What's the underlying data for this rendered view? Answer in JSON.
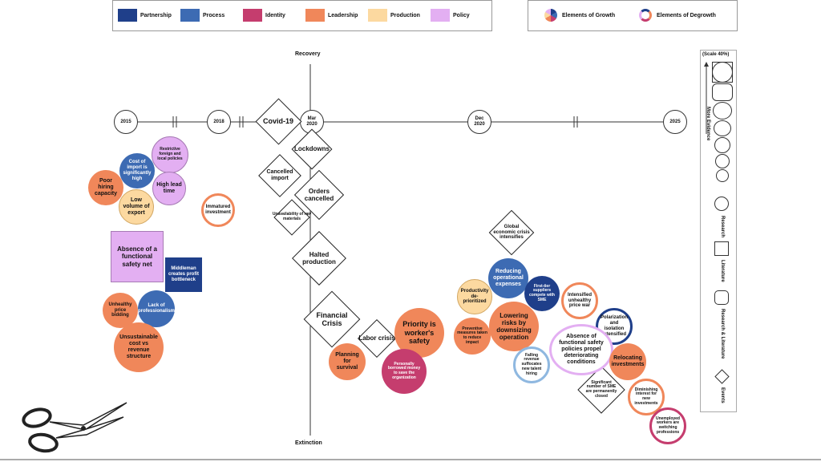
{
  "legend": {
    "categories": [
      {
        "label": "Partnership",
        "color": "#1f3f8a"
      },
      {
        "label": "Process",
        "color": "#3d6bb3"
      },
      {
        "label": "Identity",
        "color": "#c53d6e"
      },
      {
        "label": "Leadership",
        "color": "#f0875a"
      },
      {
        "label": "Production",
        "color": "#fcd9a0"
      },
      {
        "label": "Policy",
        "color": "#e3aff2"
      }
    ],
    "growth_label": "Elements of Growth",
    "degrowth_label": "Elements of Degrowth"
  },
  "timeline": {
    "years": [
      "2015",
      "2018",
      "Mar\n2020",
      "Dec\n2020",
      "2025"
    ],
    "covid": "Covid-19",
    "recovery": "Recovery",
    "extinction": "Extinction"
  },
  "events": {
    "lockdowns": "Lockdowns",
    "cancelled_import": "Cancelled import",
    "orders_cancelled": "Orders cancelled",
    "unavailability": "Unavailability of raw materials",
    "halted": "Halted production",
    "financial": "Financial Crisis",
    "labor": "Labor crisis",
    "global": "Global economic crisis intensifies",
    "sme_closed": "Significant number of SME are permanently closed"
  },
  "nodes": {
    "restrictive": "Restrictive foreign and local policies",
    "cost_import": "Cost of import is significantly high",
    "poor_hiring": "Poor hiring capacity",
    "high_lead": "High lead time",
    "low_volume": "Low volume of export",
    "immatured": "Immatured investment",
    "absence_net": "Absence of a functional safety net",
    "middleman": "Middleman creates profit bottleneck",
    "unhealthy_bidding": "Unhealthy price bidding",
    "lack_prof": "Lack of professionalism",
    "unsustainable": "Unsustainable cost vs revenue structure",
    "planning": "Planning for survival",
    "priority": "Priority is worker's safety",
    "borrowed": "Personally borrowed money to save the organization",
    "reducing_op": "Reducing operational expenses",
    "productivity": "Productivity de-prioritized",
    "first_tier": "First-tier suppliers compete with SME",
    "intensified": "Intensified unhealthy price war",
    "lowering": "Lowering risks by downsizing operation",
    "preventive": "Preventive measures taken to reduce impact",
    "polarization": "Polarization and isolation intensified",
    "absence_policies": "Absence of functional safety policies propel deteriorating conditions",
    "falling": "Falling revenue suffocates new talent hiring",
    "relocating": "Relocating investments",
    "diminishing": "Diminishing interest for new investments",
    "unemployed": "Unemployed workers are switching professions"
  },
  "scale_panel": {
    "scale": "(Scale 40%)",
    "evidence": "More Evidence",
    "research": "Research",
    "literature": "Literature",
    "research_literature": "Research & Literature",
    "events": "Events"
  }
}
